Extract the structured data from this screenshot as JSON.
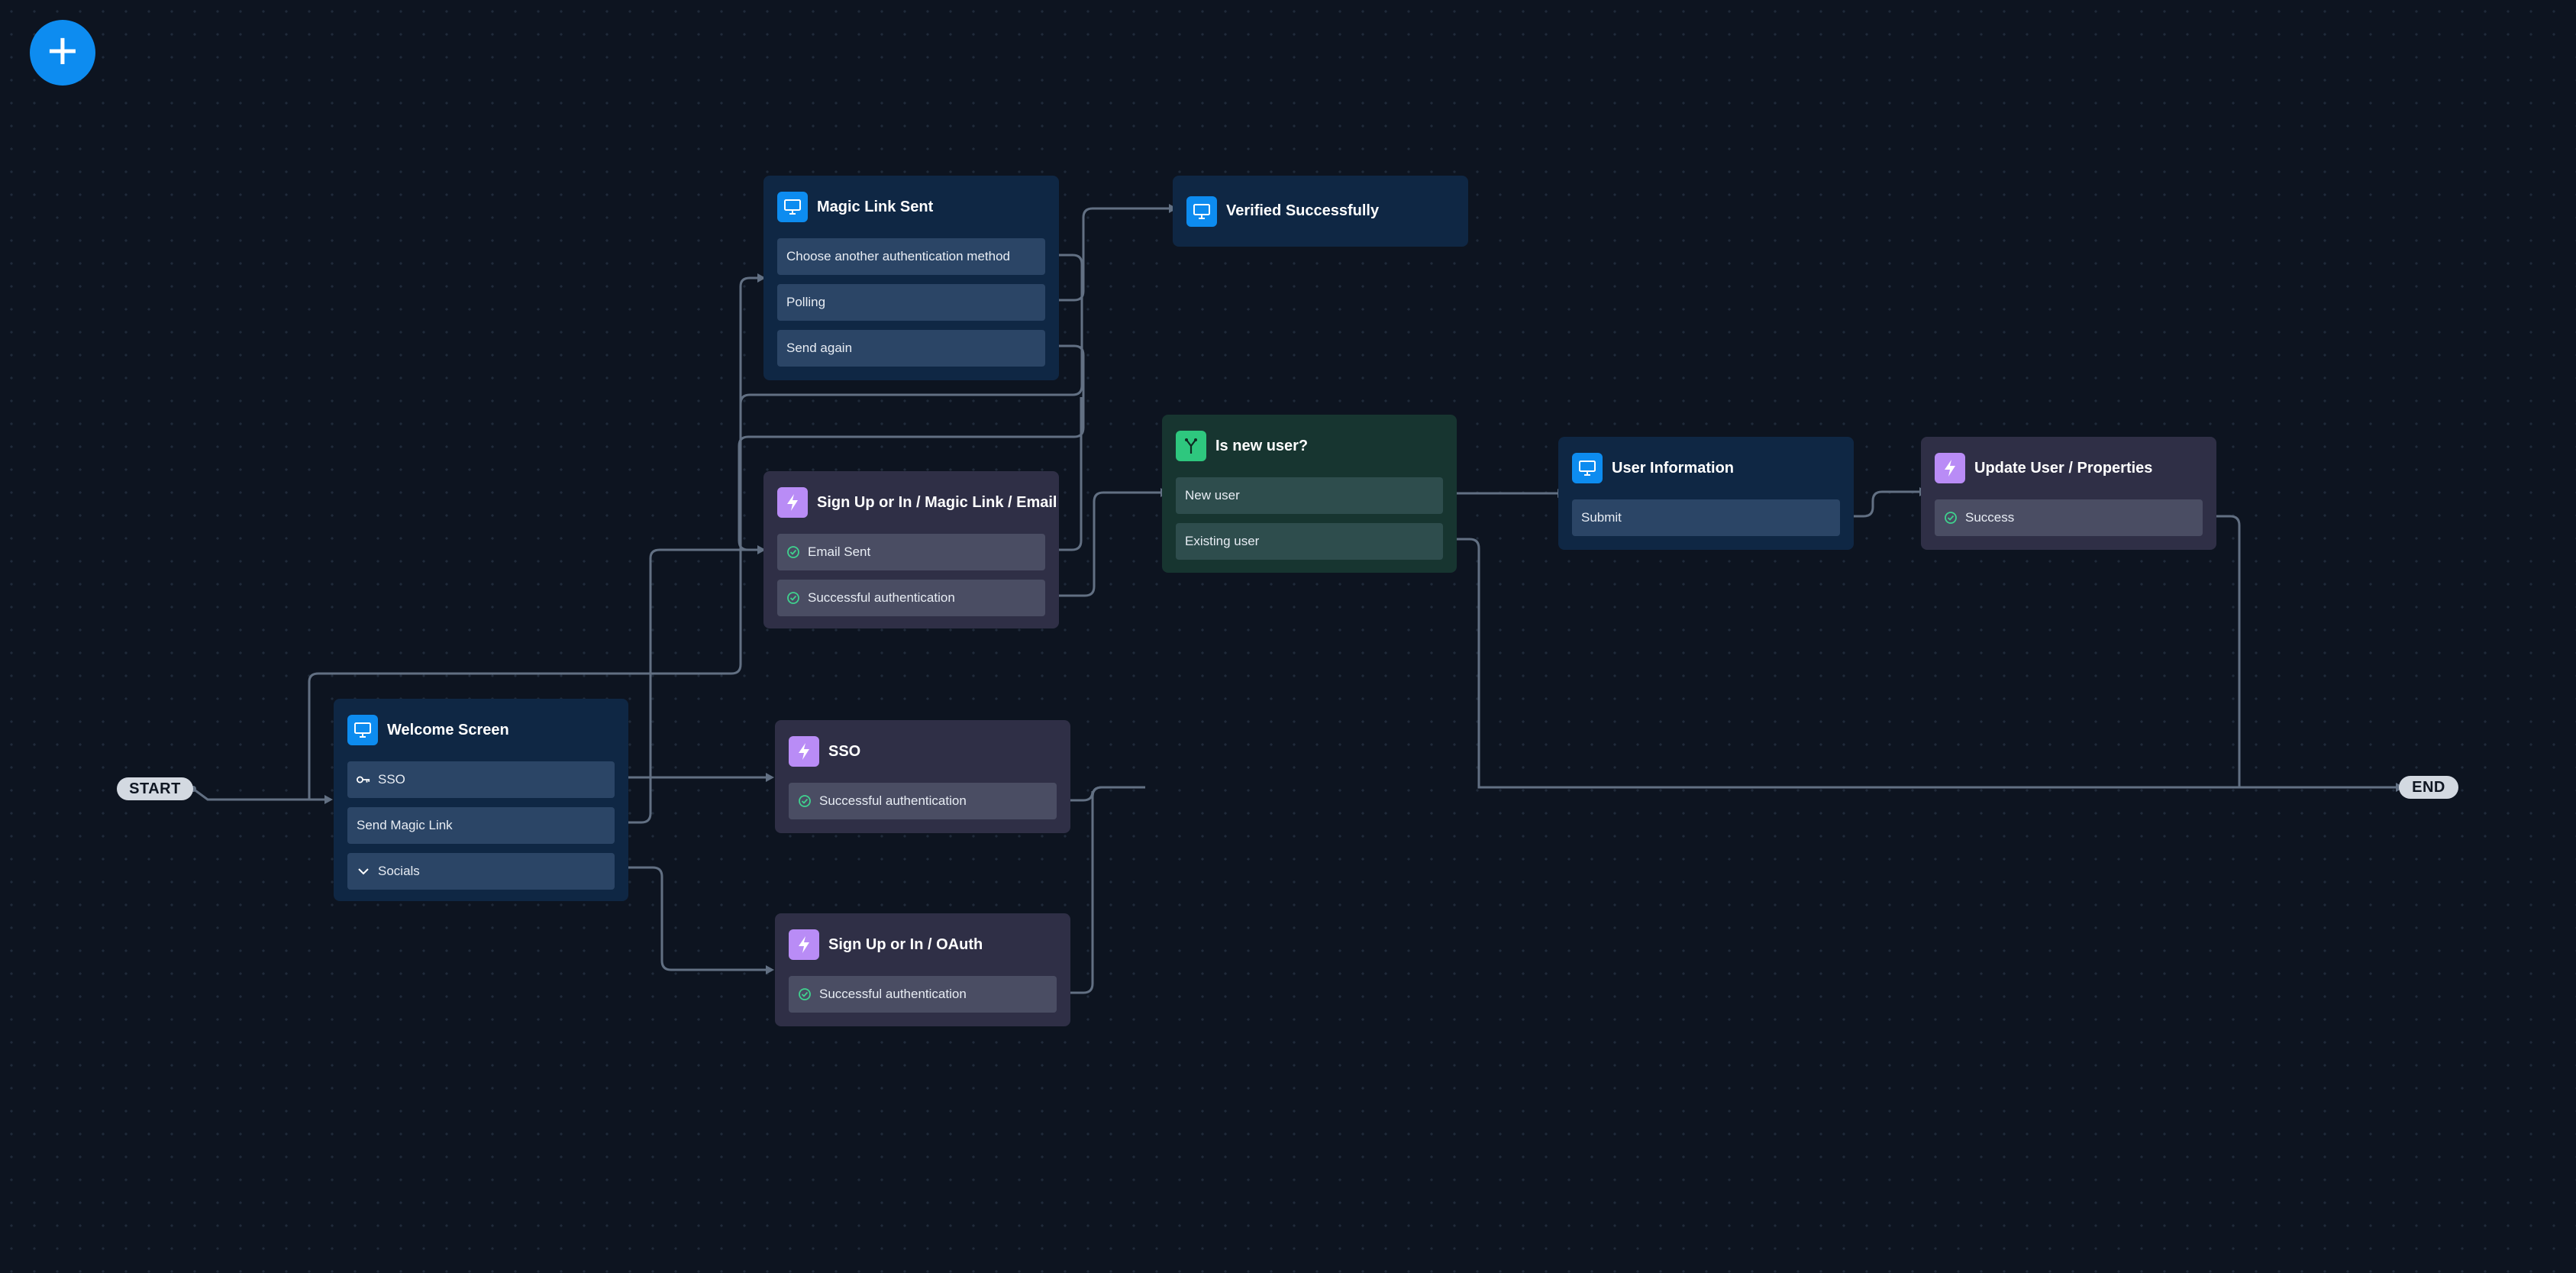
{
  "canvas": {
    "add_button_glyph": "+"
  },
  "terminals": {
    "start": "START",
    "end": "END"
  },
  "nodes": {
    "welcome": {
      "kind": "screen",
      "icon": "monitor-icon",
      "title": "Welcome Screen",
      "rows": [
        {
          "label": "SSO",
          "icon": "key-icon"
        },
        {
          "label": "Send Magic Link"
        },
        {
          "label": "Socials",
          "icon": "chevron-down-icon"
        }
      ]
    },
    "magic_sent": {
      "kind": "screen",
      "icon": "monitor-icon",
      "title": "Magic Link Sent",
      "rows": [
        {
          "label": "Choose another authentication method"
        },
        {
          "label": "Polling"
        },
        {
          "label": "Send again"
        }
      ]
    },
    "verified": {
      "kind": "screen",
      "icon": "monitor-icon",
      "title": "Verified Successfully"
    },
    "magic_email": {
      "kind": "action",
      "icon": "lightning-icon",
      "title": "Sign Up or In / Magic Link / Email",
      "rows": [
        {
          "label": "Email Sent",
          "icon": "check-circle-icon"
        },
        {
          "label": "Successful authentication",
          "icon": "check-circle-icon"
        }
      ]
    },
    "is_new": {
      "kind": "condition",
      "icon": "branch-icon",
      "title": "Is new user?",
      "rows": [
        {
          "label": "New user"
        },
        {
          "label": "Existing user"
        }
      ]
    },
    "user_info": {
      "kind": "screen",
      "icon": "monitor-icon",
      "title": "User Information",
      "rows": [
        {
          "label": "Submit"
        }
      ]
    },
    "update_user": {
      "kind": "action",
      "icon": "lightning-icon",
      "title": "Update User / Properties",
      "rows": [
        {
          "label": "Success",
          "icon": "check-circle-icon"
        }
      ]
    },
    "sso": {
      "kind": "action",
      "icon": "lightning-icon",
      "title": "SSO",
      "rows": [
        {
          "label": "Successful authentication",
          "icon": "check-circle-icon"
        }
      ]
    },
    "oauth": {
      "kind": "action",
      "icon": "lightning-icon",
      "title": "Sign Up or In / OAuth",
      "rows": [
        {
          "label": "Successful authentication",
          "icon": "check-circle-icon"
        }
      ]
    }
  },
  "colors": {
    "screen_icon": "#0d8cf0",
    "action_icon": "#b98cf6",
    "condition_icon": "#2ec77e",
    "edge": "#627083"
  }
}
